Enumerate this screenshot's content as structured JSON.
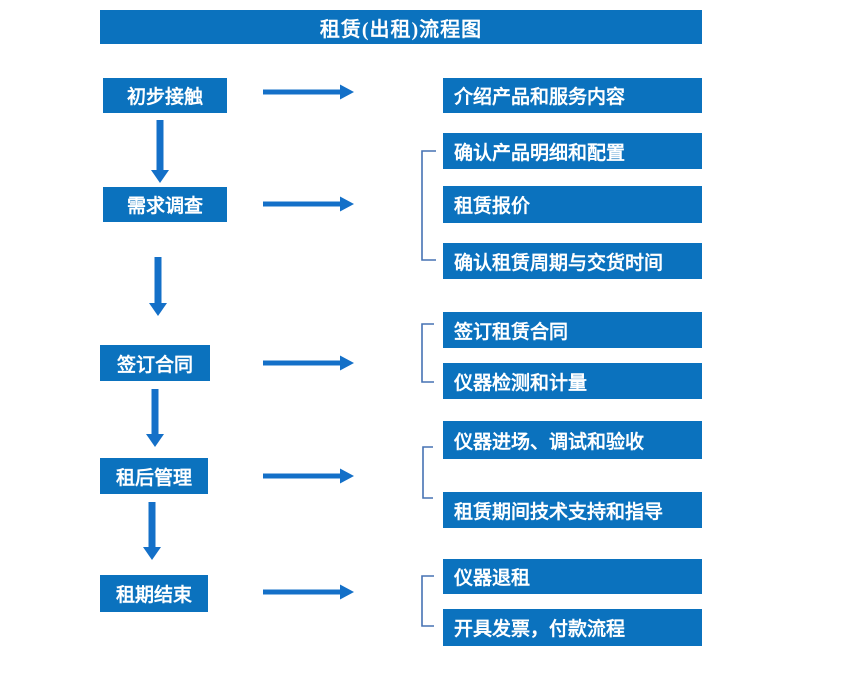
{
  "title": "租赁(出租)流程图",
  "colors": {
    "box_fill": "#0b72be",
    "arrow_fill": "#1470c8",
    "bracket_stroke": "#4672b4",
    "text": "#ffffff"
  },
  "stages": [
    {
      "label": "初步接触"
    },
    {
      "label": "需求调查"
    },
    {
      "label": "签订合同"
    },
    {
      "label": "租后管理"
    },
    {
      "label": "租期结束"
    }
  ],
  "details": [
    {
      "label": "介绍产品和服务内容"
    },
    {
      "label": "确认产品明细和配置"
    },
    {
      "label": "租赁报价"
    },
    {
      "label": "确认租赁周期与交货时间"
    },
    {
      "label": "签订租赁合同"
    },
    {
      "label": "仪器检测和计量"
    },
    {
      "label": "仪器进场、调试和验收"
    },
    {
      "label": "租赁期间技术支持和指导"
    },
    {
      "label": "仪器退租"
    },
    {
      "label": "开具发票，付款流程"
    }
  ]
}
